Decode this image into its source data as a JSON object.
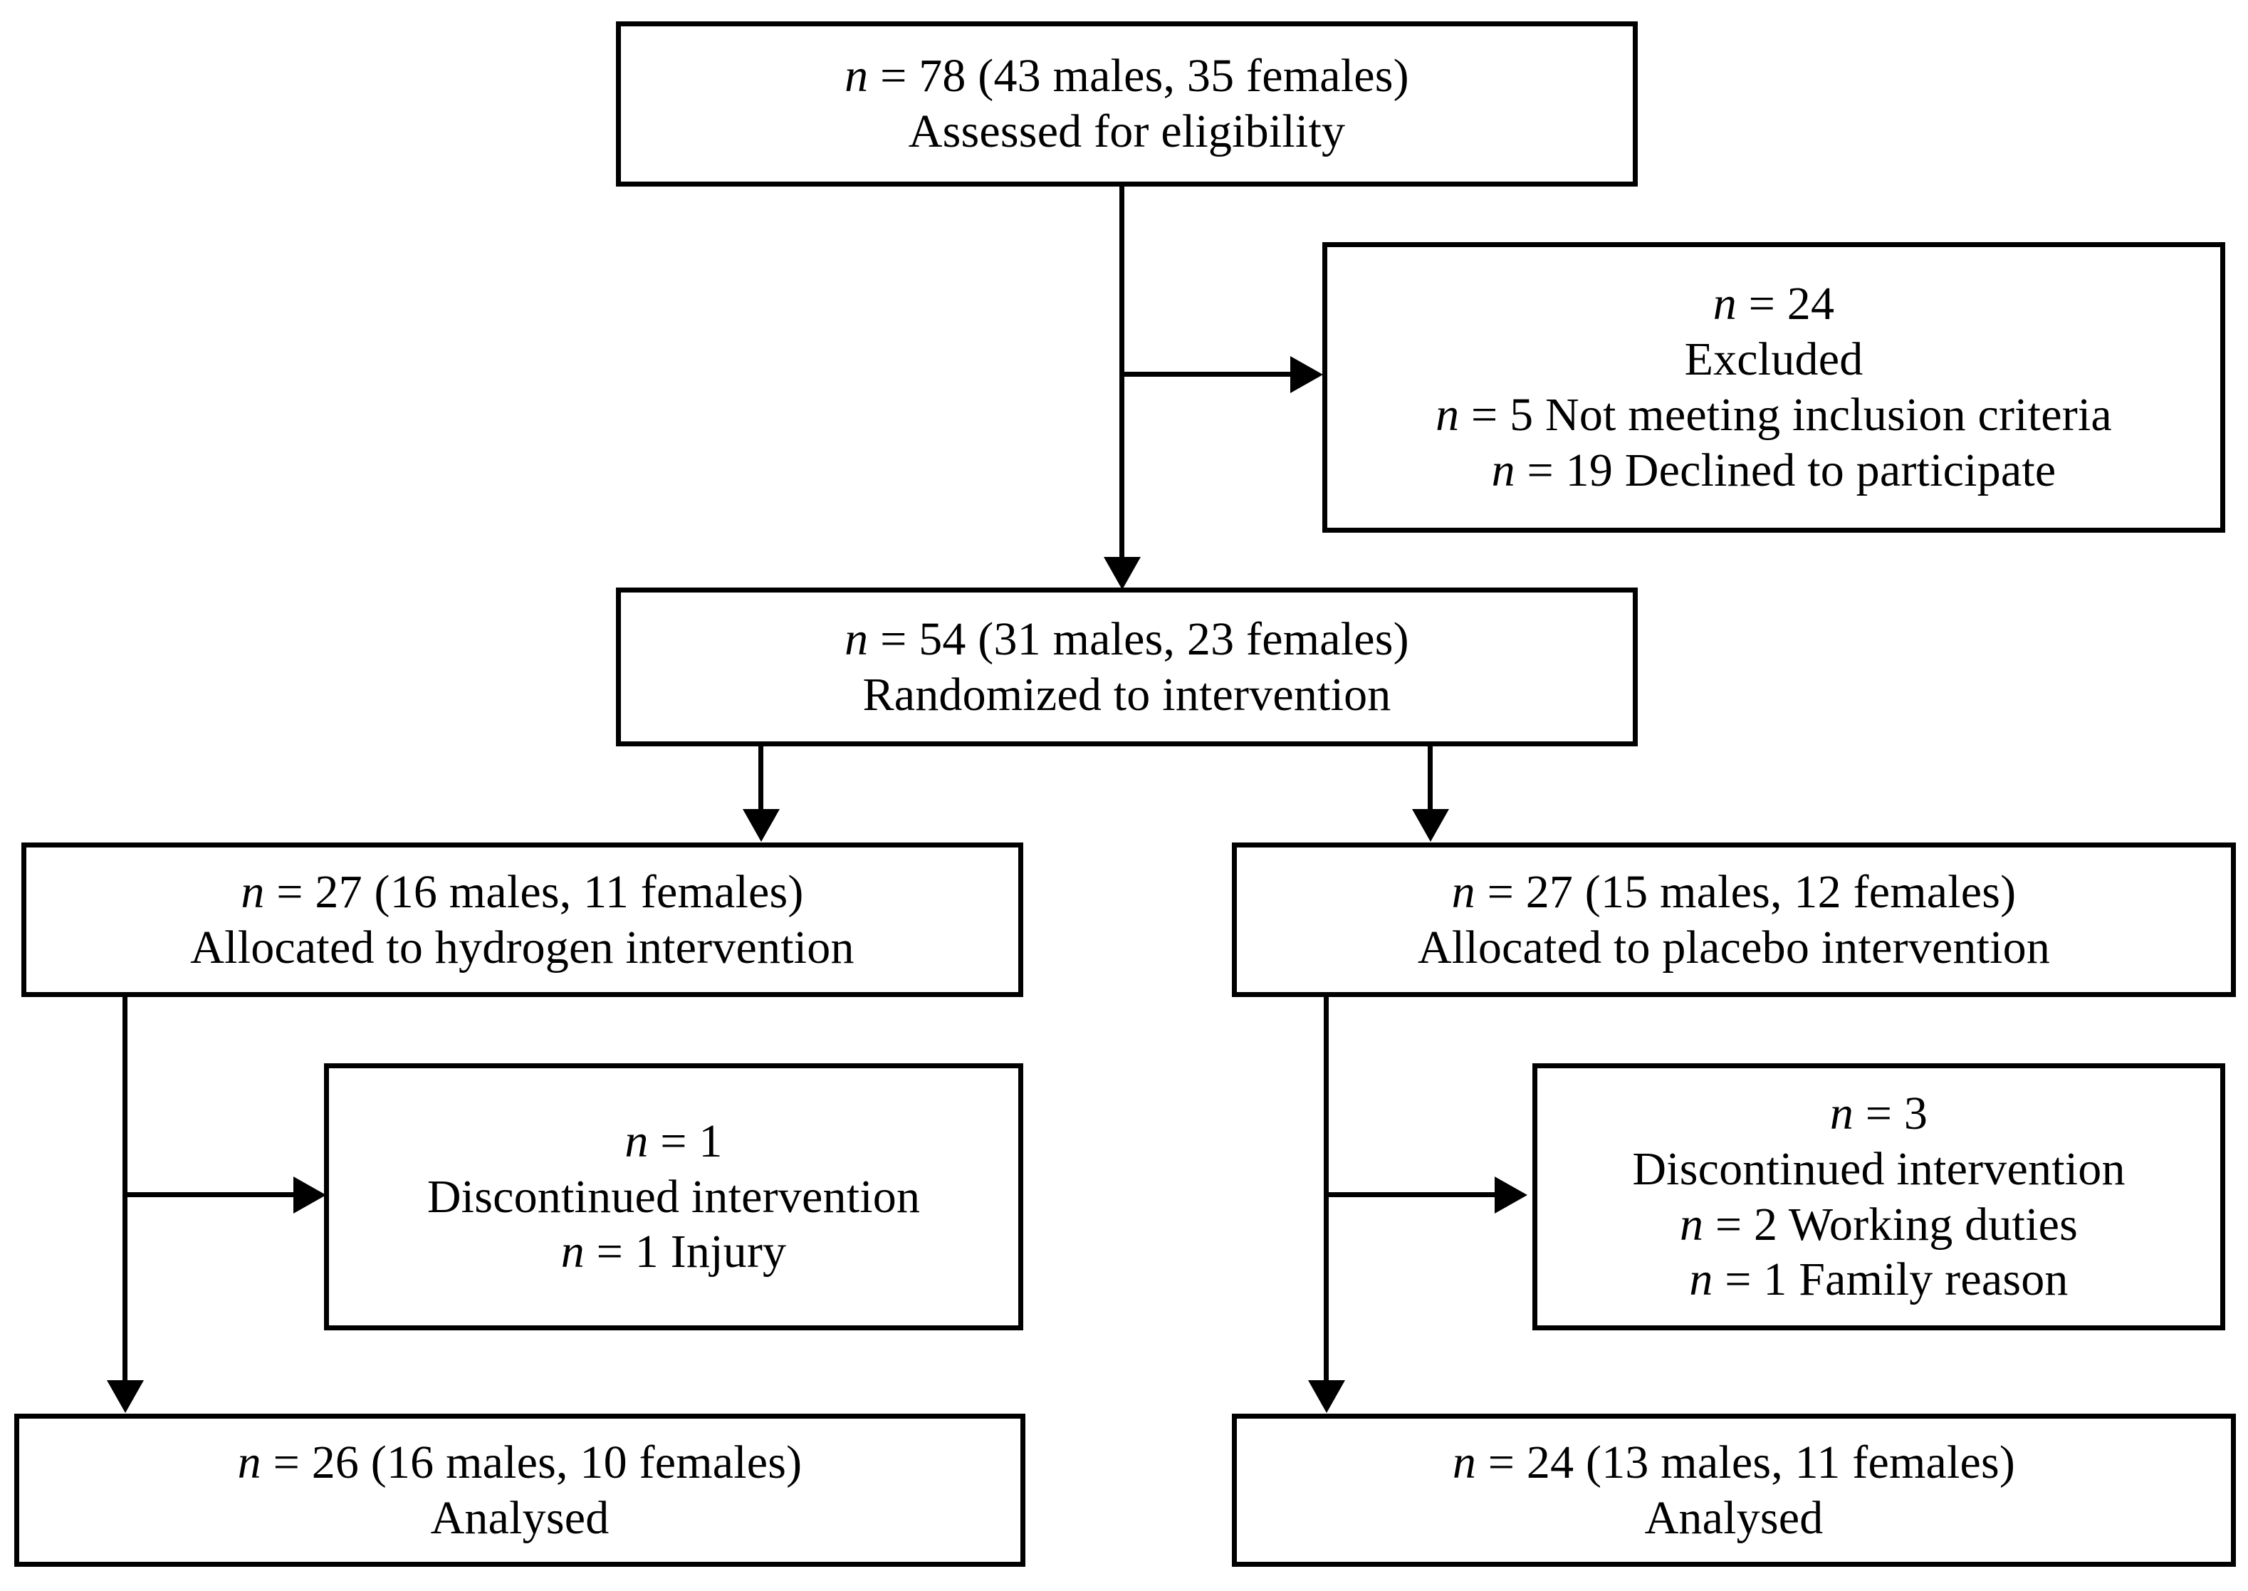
{
  "diagram": {
    "type": "CONSORT participant flow diagram",
    "title": "",
    "line_color": "#000000",
    "box_border_color": "#000000",
    "background_color": "#ffffff"
  },
  "nodes": {
    "assessed": {
      "id": "assessed-for-eligibility",
      "lines": [
        "n = 78 (43 males, 35 females)",
        "Assessed for eligibility"
      ],
      "n": 78,
      "males": 43,
      "females": 35
    },
    "excluded": {
      "id": "excluded",
      "lines": [
        "n = 24",
        "Excluded",
        "n = 5 Not meeting inclusion criteria",
        "n = 19 Declined to participate"
      ],
      "n": 24,
      "reasons": [
        {
          "n": 5,
          "label": "Not meeting inclusion criteria"
        },
        {
          "n": 19,
          "label": "Declined to participate"
        }
      ]
    },
    "randomized": {
      "id": "randomized-to-intervention",
      "lines": [
        "n = 54 (31 males, 23 females)",
        "Randomized to intervention"
      ],
      "n": 54,
      "males": 31,
      "females": 23
    },
    "allocated_hydrogen": {
      "id": "allocated-to-hydrogen-intervention",
      "lines": [
        "n = 27 (16 males, 11 females)",
        "Allocated to hydrogen intervention"
      ],
      "n": 27,
      "males": 16,
      "females": 11
    },
    "allocated_placebo": {
      "id": "allocated-to-placebo-intervention",
      "lines": [
        "n = 27 (15 males, 12 females)",
        "Allocated to placebo intervention"
      ],
      "n": 27,
      "males": 15,
      "females": 12
    },
    "discontinued_hydrogen": {
      "id": "discontinued-intervention-hydrogen",
      "lines": [
        "n = 1",
        "Discontinued intervention",
        "n = 1 Injury"
      ],
      "n": 1,
      "reasons": [
        {
          "n": 1,
          "label": "Injury"
        }
      ]
    },
    "discontinued_placebo": {
      "id": "discontinued-intervention-placebo",
      "lines": [
        "n = 3",
        "Discontinued intervention",
        "n = 2 Working duties",
        "n = 1 Family reason"
      ],
      "n": 3,
      "reasons": [
        {
          "n": 2,
          "label": "Working duties"
        },
        {
          "n": 1,
          "label": "Family reason"
        }
      ]
    },
    "analysed_hydrogen": {
      "id": "analysed-hydrogen",
      "lines": [
        "n = 26 (16 males, 10 females)",
        "Analysed"
      ],
      "n": 26,
      "males": 16,
      "females": 10
    },
    "analysed_placebo": {
      "id": "analysed-placebo",
      "lines": [
        "n = 24 (13 males, 11 females)",
        "Analysed"
      ],
      "n": 24,
      "males": 13,
      "females": 11
    }
  }
}
